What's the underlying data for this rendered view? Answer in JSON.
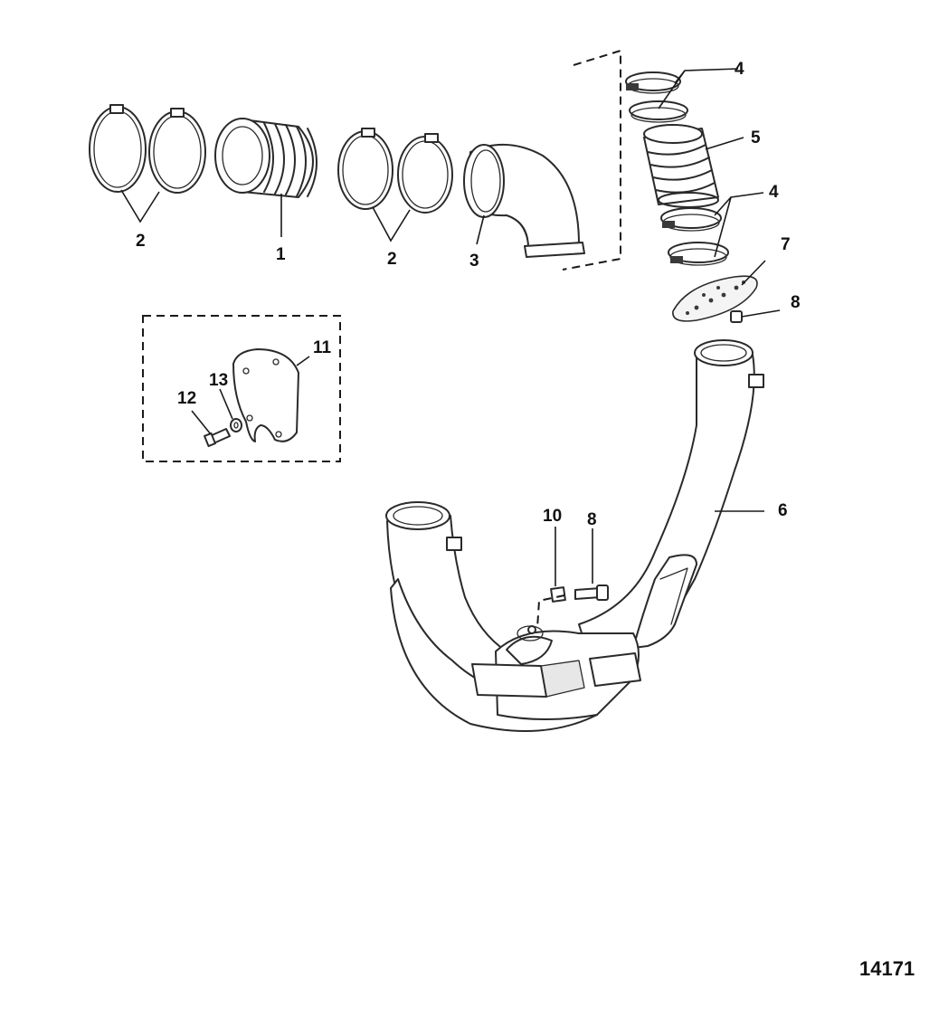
{
  "diagram": {
    "figure_number": "14171",
    "callouts": {
      "c1": "1",
      "c2a": "2",
      "c2b": "2",
      "c3": "3",
      "c4a": "4",
      "c4b": "4",
      "c5": "5",
      "c6": "6",
      "c7": "7",
      "c8a": "8",
      "c8b": "8",
      "c10": "10",
      "c11": "11",
      "c12": "12",
      "c13": "13"
    }
  }
}
